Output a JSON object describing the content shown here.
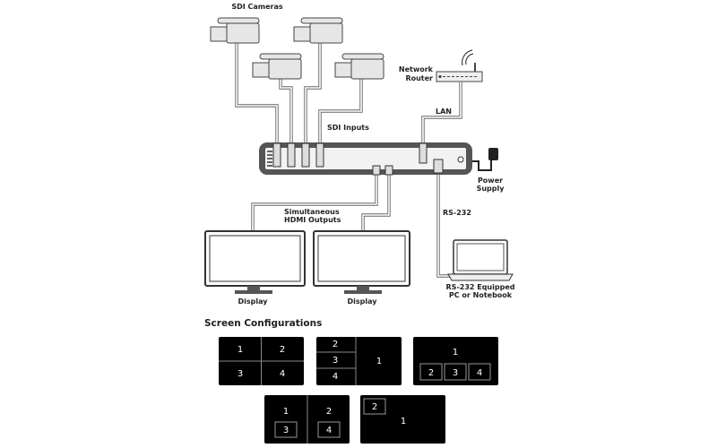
{
  "labels": {
    "sdi_cameras": "SDI Cameras",
    "network_router": [
      "Network",
      "Router"
    ],
    "lan": "LAN",
    "sdi_inputs": "SDI Inputs",
    "power_supply": [
      "Power",
      "Supply"
    ],
    "rs232": "RS-232",
    "hdmi_outputs": [
      "Simultaneous",
      "HDMI Outputs"
    ],
    "display_left": "Display",
    "display_right": "Display",
    "pc": [
      "RS-232 Equipped",
      "PC or Notebook"
    ],
    "screen_configurations": "Screen Configurations"
  },
  "configs": [
    {
      "cells": [
        "1",
        "2",
        "3",
        "4"
      ]
    },
    {
      "cells": [
        "2",
        "3",
        "4",
        "1"
      ]
    },
    {
      "cells": [
        "1",
        "2",
        "3",
        "4"
      ]
    },
    {
      "cells": [
        "1",
        "3",
        "2",
        "4"
      ]
    },
    {
      "cells": [
        "2",
        "1"
      ]
    }
  ]
}
